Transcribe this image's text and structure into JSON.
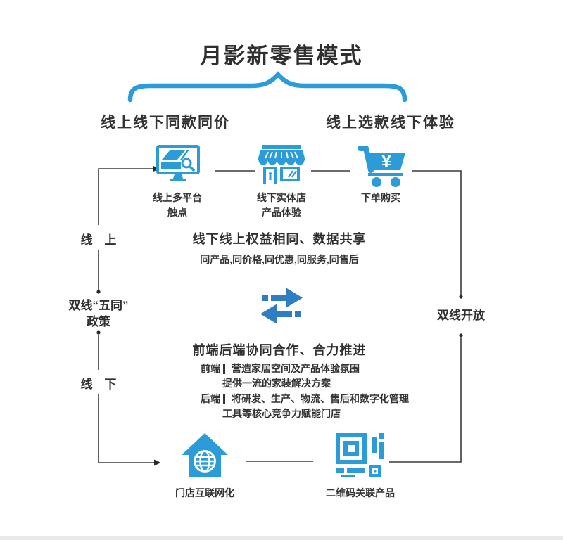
{
  "title": "月影新零售模式",
  "colors": {
    "primary_blue": "#2B9CD8",
    "exchange_blue": "#2E7EC1",
    "line_gray": "#3a3a3a",
    "text_dark": "#333333"
  },
  "headers": {
    "left": "线上线下同款同价",
    "right": "线上选款线下体验"
  },
  "top_flow": {
    "items": [
      {
        "icon": "monitor-search-icon",
        "label_line1": "线上多平台",
        "label_line2": "触点"
      },
      {
        "icon": "storefront-icon",
        "label_line1": "线下实体店",
        "label_line2": "产品体验"
      },
      {
        "icon": "cart-yen-icon",
        "label_line1": "下单购买",
        "currency": "¥"
      }
    ]
  },
  "left_flow": {
    "top": "线 上",
    "middle_line1": "双线“五同”",
    "middle_line2": "政策",
    "bottom": "线 下"
  },
  "right_flow": {
    "label": "双线开放"
  },
  "benefits": {
    "title": "线下线上权益相同、数据共享",
    "subtitle": "同产品,同价格,同优惠,同服务,同售后"
  },
  "collaboration": {
    "title": "前端后端协同合作、合力推进",
    "front_prefix": "前端",
    "front_line1": "营造家居空间及产品体验氛围",
    "front_line2": "提供一流的家装解决方案",
    "back_prefix": "后端",
    "back_line1": "将研发、生产、物流、售后和数字化管理",
    "back_line2": "工具等核心竞争力赋能门店"
  },
  "bottom_flow": {
    "items": [
      {
        "icon": "house-globe-icon",
        "label": "门店互联网化"
      },
      {
        "icon": "qr-code-icon",
        "label": "二维码关联产品"
      }
    ]
  }
}
